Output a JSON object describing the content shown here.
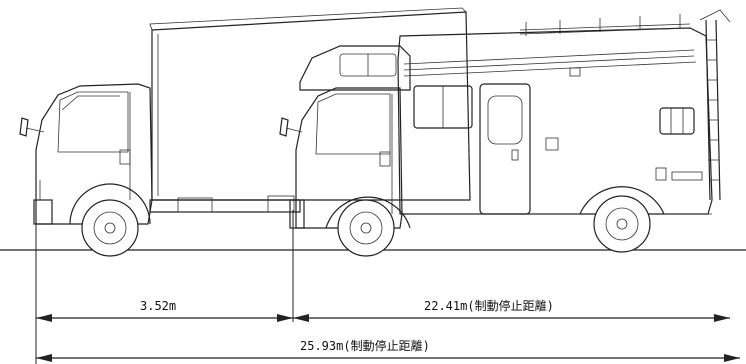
{
  "dimensions": {
    "gap_label": "3.52m",
    "camper_label": "22.41m(制動停止距離)",
    "total_label": "25.93m(制動停止距離)"
  }
}
